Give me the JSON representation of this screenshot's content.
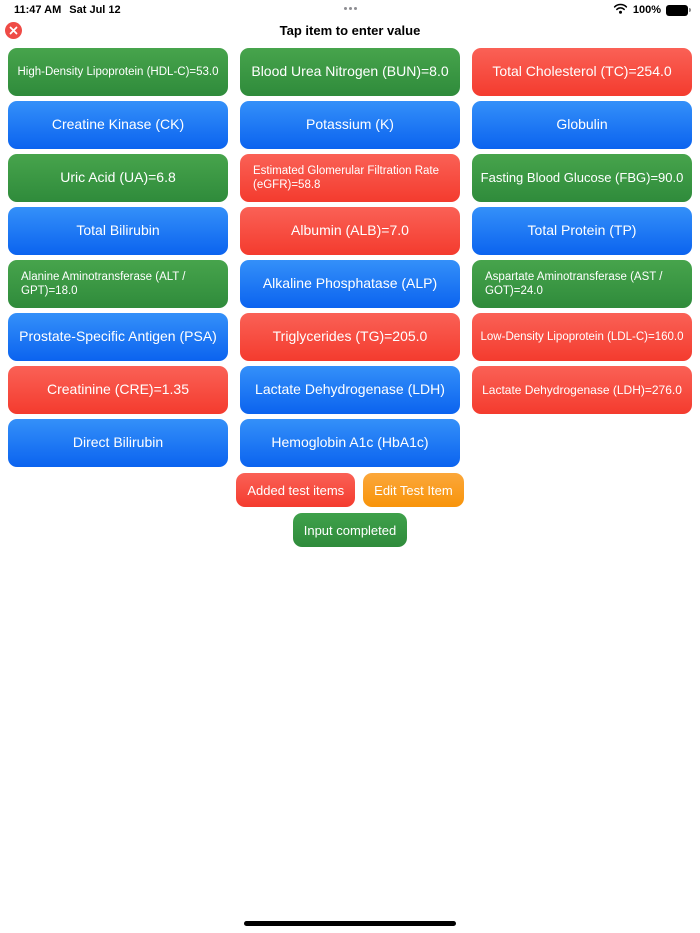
{
  "status_bar": {
    "time": "11:47 AM",
    "date": "Sat Jul 12",
    "battery_percent": "100%"
  },
  "header": {
    "title": "Tap item to enter value"
  },
  "columns": [
    {
      "items": [
        {
          "label": "High-Density Lipoprotein (HDL-C)=53.0",
          "color": "green"
        },
        {
          "label": "Creatine Kinase (CK)",
          "color": "blue"
        },
        {
          "label": "Uric Acid (UA)=6.8",
          "color": "green"
        },
        {
          "label": "Total Bilirubin",
          "color": "blue"
        },
        {
          "label": "Alanine Aminotransferase (ALT /\nGPT)=18.0",
          "color": "green",
          "wrap": true
        },
        {
          "label": "Prostate-Specific Antigen (PSA)",
          "color": "blue"
        },
        {
          "label": "Creatinine (CRE)=1.35",
          "color": "red"
        },
        {
          "label": "Direct Bilirubin",
          "color": "blue"
        }
      ]
    },
    {
      "items": [
        {
          "label": "Blood Urea Nitrogen (BUN)=8.0",
          "color": "green"
        },
        {
          "label": "Potassium (K)",
          "color": "blue"
        },
        {
          "label": "Estimated Glomerular Filtration Rate\n(eGFR)=58.8",
          "color": "red",
          "wrap": true
        },
        {
          "label": "Albumin (ALB)=7.0",
          "color": "red"
        },
        {
          "label": "Alkaline Phosphatase (ALP)",
          "color": "blue"
        },
        {
          "label": "Triglycerides (TG)=205.0",
          "color": "red"
        },
        {
          "label": "Lactate Dehydrogenase (LDH)",
          "color": "blue"
        },
        {
          "label": "Hemoglobin A1c (HbA1c)",
          "color": "blue"
        }
      ]
    },
    {
      "items": [
        {
          "label": "Total Cholesterol (TC)=254.0",
          "color": "red"
        },
        {
          "label": "Globulin",
          "color": "blue"
        },
        {
          "label": "Fasting Blood Glucose (FBG)=90.0",
          "color": "green"
        },
        {
          "label": "Total Protein (TP)",
          "color": "blue"
        },
        {
          "label": "Aspartate Aminotransferase (AST /\nGOT)=24.0",
          "color": "green",
          "wrap": true
        },
        {
          "label": "Low-Density Lipoprotein (LDL-C)=160.0",
          "color": "red"
        },
        {
          "label": "Lactate Dehydrogenase (LDH)=276.0",
          "color": "red"
        }
      ]
    }
  ],
  "actions_row1": [
    {
      "label": "Added test items",
      "color": "red"
    },
    {
      "label": "Edit Test Item",
      "color": "orange"
    }
  ],
  "actions_row2": [
    {
      "label": "Input completed",
      "color": "green_solid"
    }
  ],
  "colors": {
    "green_top": "#47A44C",
    "green_bottom": "#2F8B3B",
    "blue_top": "#3490F9",
    "blue_bottom": "#0B63EF",
    "red_top": "#FA6156",
    "red_bottom": "#F43B2E",
    "orange_top": "#FBA73B",
    "orange_bottom": "#F8940A",
    "action_green_top": "#3FA14B",
    "action_green_bottom": "#2F8B3B",
    "close_red": "#EF4B46"
  }
}
